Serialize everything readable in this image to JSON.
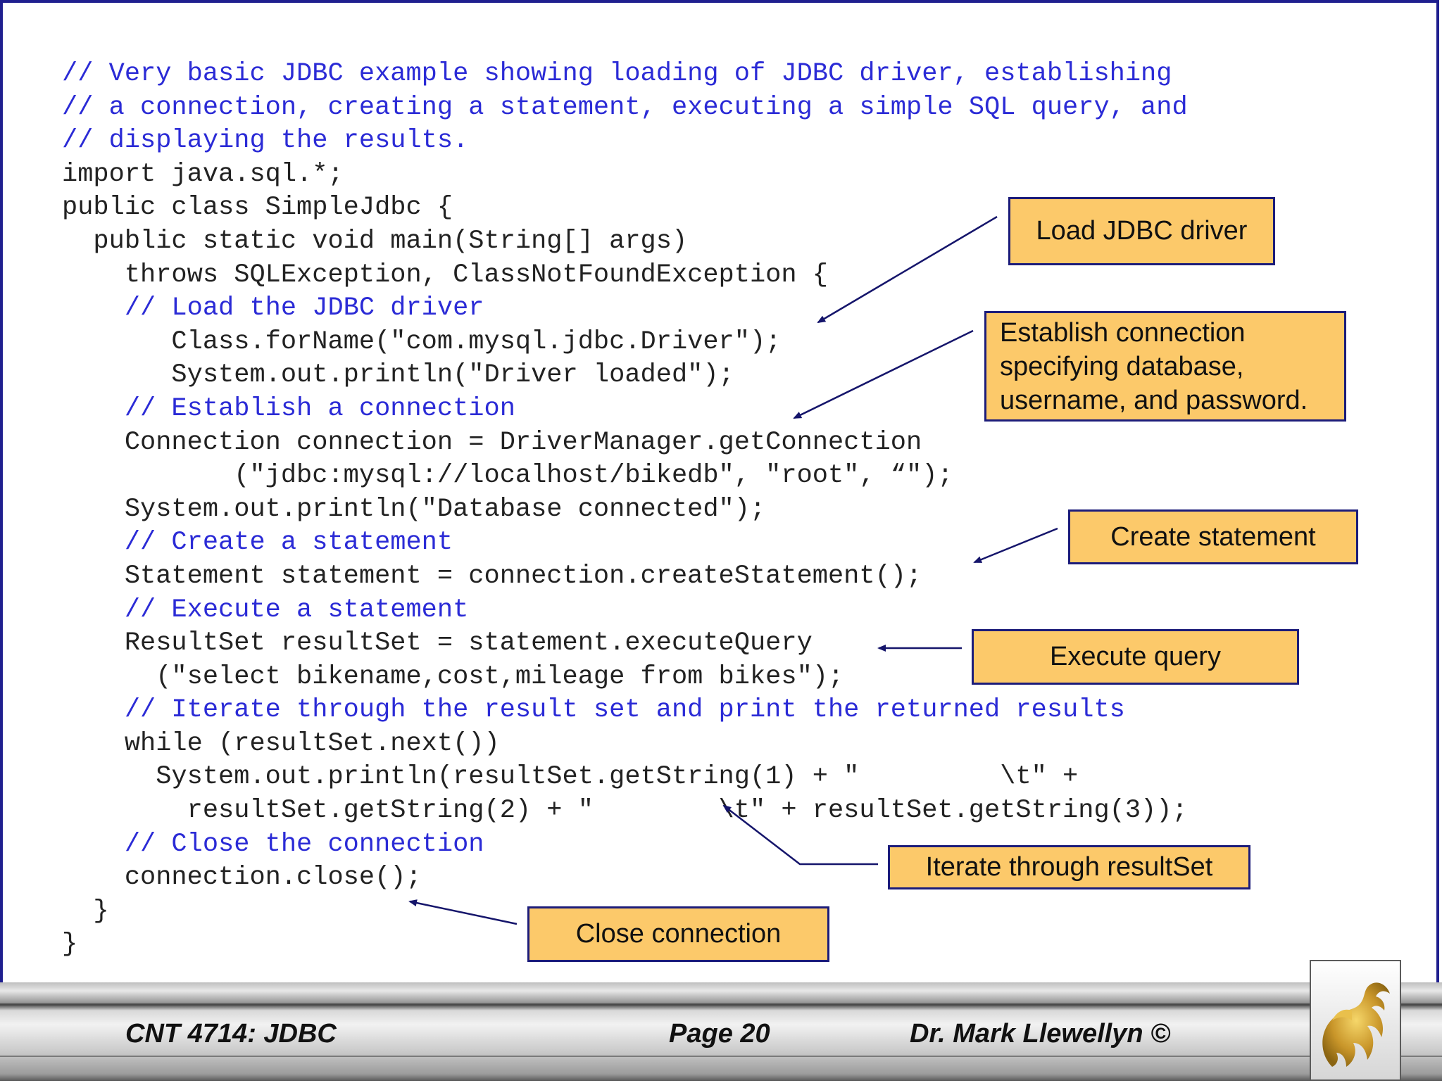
{
  "code_lines": [
    {
      "text": "// Very basic JDBC example showing loading of JDBC driver, establishing",
      "type": "comment"
    },
    {
      "text": "// a connection, creating a statement, executing a simple SQL query, and",
      "type": "comment"
    },
    {
      "text": "// displaying the results.",
      "type": "comment"
    },
    {
      "text": "import java.sql.*;",
      "type": "code"
    },
    {
      "text": "public class SimpleJdbc {",
      "type": "code"
    },
    {
      "text": "  public static void main(String[] args)",
      "type": "code"
    },
    {
      "text": "    throws SQLException, ClassNotFoundException {",
      "type": "code"
    },
    {
      "text": "    // Load the JDBC driver",
      "type": "comment"
    },
    {
      "text": "       Class.forName(\"com.mysql.jdbc.Driver\");",
      "type": "code"
    },
    {
      "text": "       System.out.println(\"Driver loaded\");",
      "type": "code"
    },
    {
      "text": "    // Establish a connection",
      "type": "comment"
    },
    {
      "text": "    Connection connection = DriverManager.getConnection",
      "type": "code"
    },
    {
      "text": "           (\"jdbc:mysql://localhost/bikedb\", \"root\", “\");",
      "type": "code"
    },
    {
      "text": "    System.out.println(\"Database connected\");",
      "type": "code"
    },
    {
      "text": "    // Create a statement",
      "type": "comment"
    },
    {
      "text": "    Statement statement = connection.createStatement();",
      "type": "code"
    },
    {
      "text": "    // Execute a statement",
      "type": "comment"
    },
    {
      "text": "    ResultSet resultSet = statement.executeQuery",
      "type": "code"
    },
    {
      "text": "      (\"select bikename,cost,mileage from bikes\");",
      "type": "code"
    },
    {
      "text": "    // Iterate through the result set and print the returned results",
      "type": "comment"
    },
    {
      "text": "    while (resultSet.next())",
      "type": "code"
    },
    {
      "text": "      System.out.println(resultSet.getString(1) + \"         \\t\" +",
      "type": "code"
    },
    {
      "text": "        resultSet.getString(2) + \"        \\t\" + resultSet.getString(3));",
      "type": "code"
    },
    {
      "text": "    // Close the connection",
      "type": "comment"
    },
    {
      "text": "    connection.close();",
      "type": "code"
    },
    {
      "text": "  }",
      "type": "code"
    },
    {
      "text": "}",
      "type": "code"
    }
  ],
  "callouts": {
    "load_driver": "Load JDBC driver",
    "establish_1": "Establish connection",
    "establish_2": "specifying database,",
    "establish_3": "username, and password.",
    "create_statement": "Create statement",
    "execute_query": "Execute query",
    "iterate": "Iterate through resultSet",
    "close": "Close connection"
  },
  "footer": {
    "course": "CNT 4714: JDBC",
    "page": "Page 20",
    "author": "Dr. Mark Llewellyn ©"
  },
  "logo_icon": "pegasus-logo-icon",
  "colors": {
    "comment": "#2b2bd6",
    "code": "#222222",
    "callout_fill": "#fcc96a",
    "callout_border": "#1c1c7a",
    "slide_border": "#1f1f8f"
  }
}
